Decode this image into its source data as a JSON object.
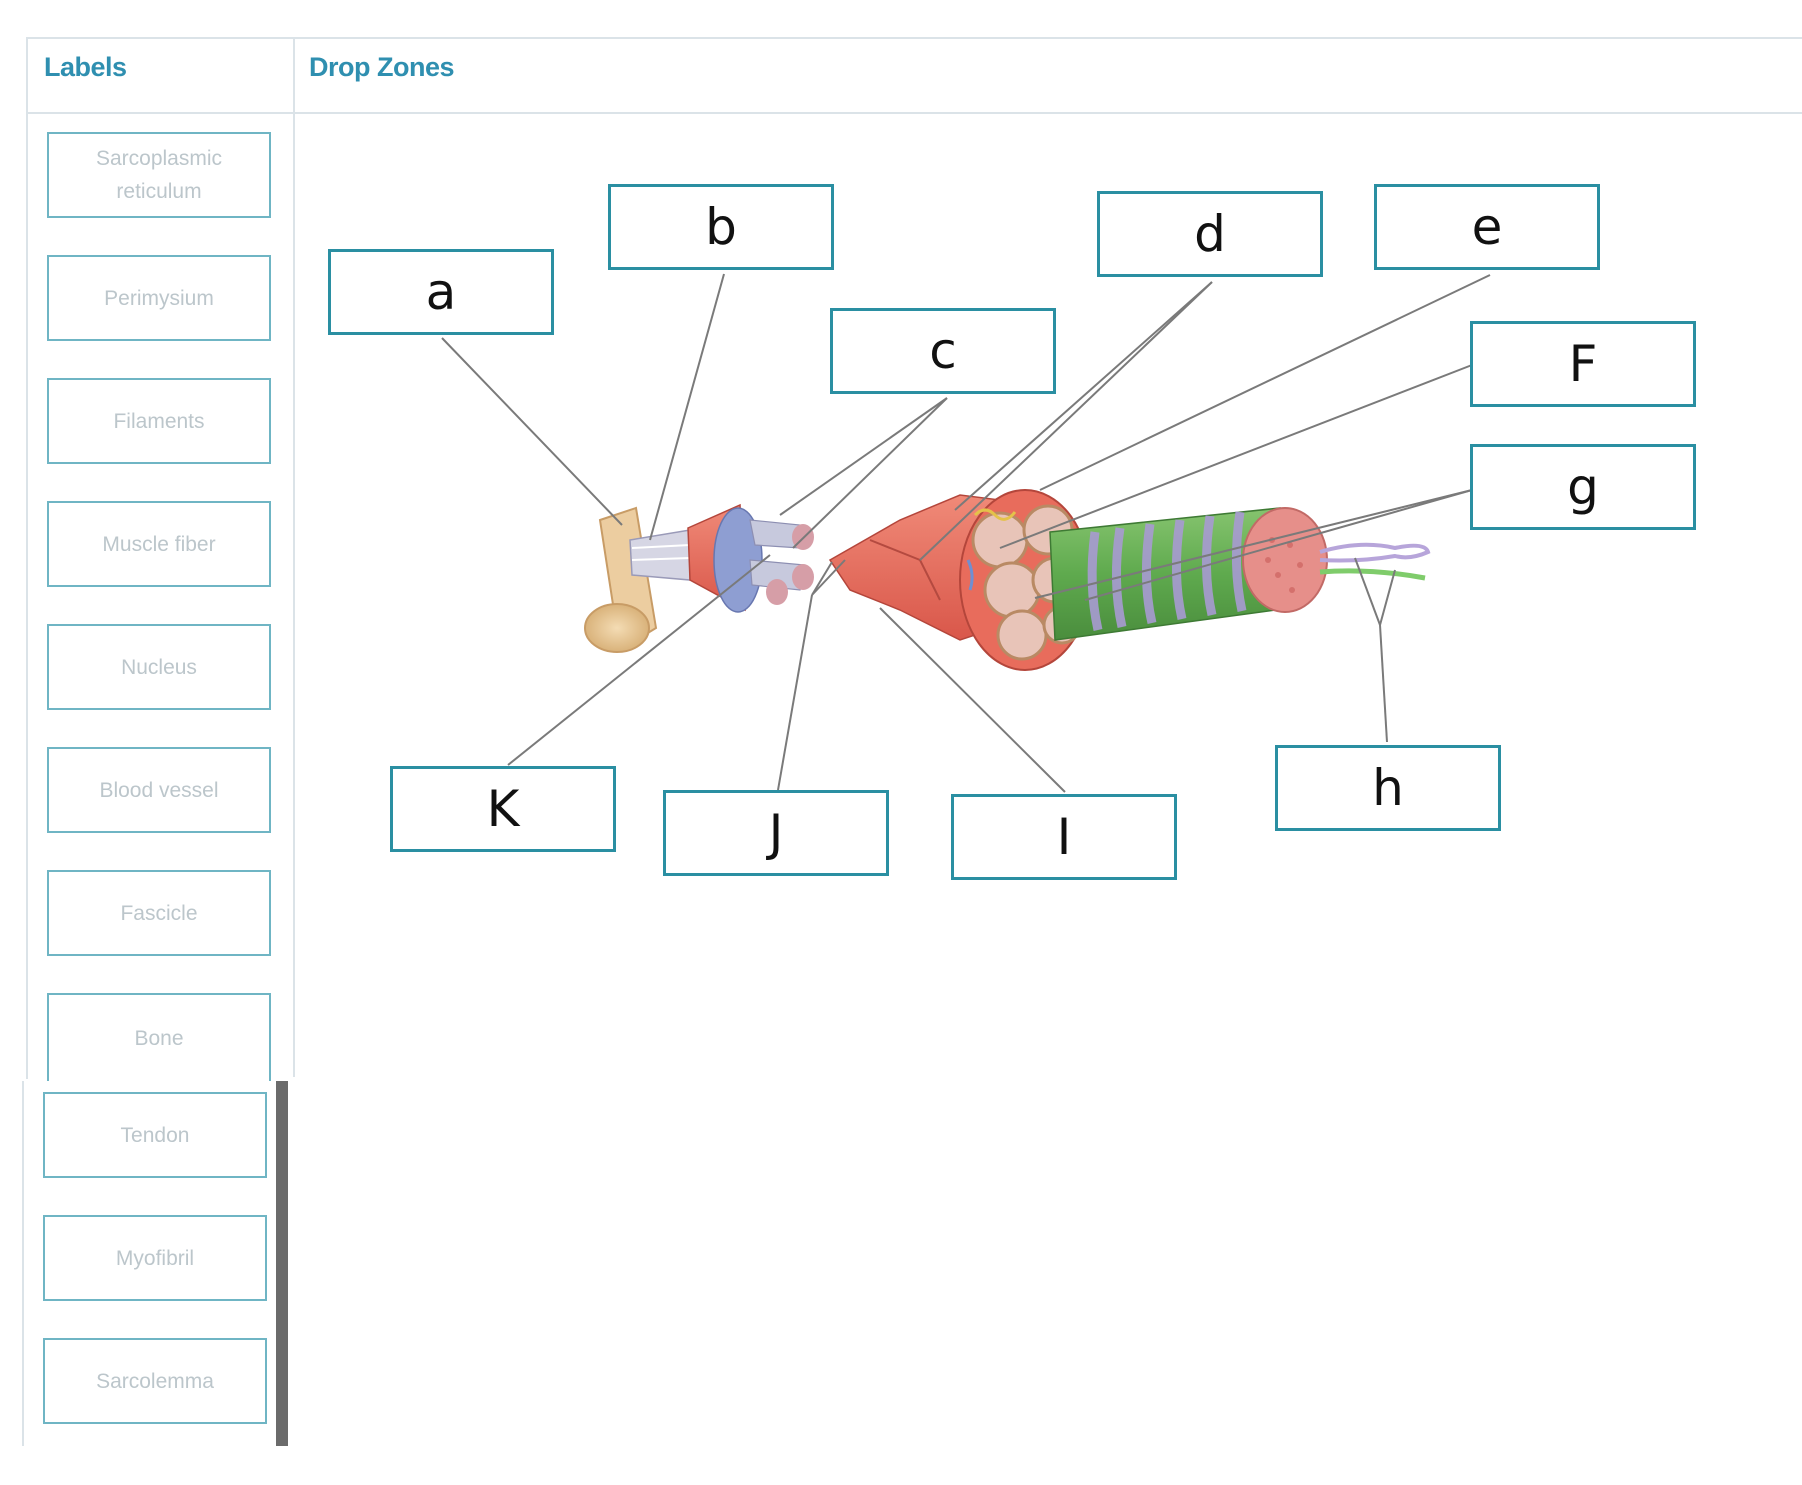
{
  "headers": {
    "labels": "Labels",
    "drop_zones": "Drop Zones"
  },
  "labels": [
    "Sarcoplasmic reticulum",
    "Perimysium",
    "Filaments",
    "Muscle fiber",
    "Nucleus",
    "Blood vessel",
    "Fascicle",
    "Bone",
    "Tendon",
    "Myofibril",
    "Sarcolemma"
  ],
  "zones": {
    "a": "a",
    "b": "b",
    "c": "c",
    "d": "d",
    "e": "e",
    "f": "F",
    "g": "g",
    "h": "h",
    "i": "I",
    "j": "J",
    "k": "K"
  },
  "colors": {
    "accent": "#2a8fa2",
    "heading": "#2f8fb0",
    "label_text": "#bcc6cb"
  }
}
